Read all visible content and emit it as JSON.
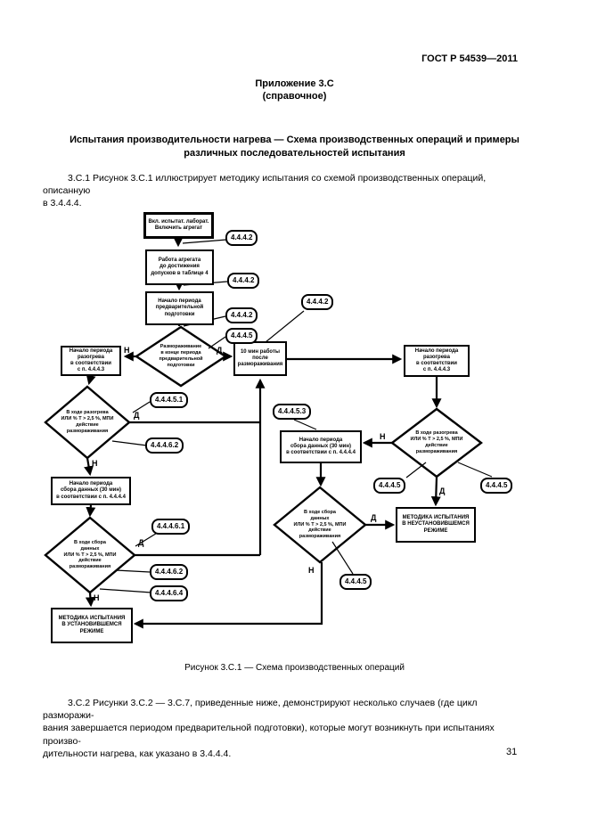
{
  "page": {
    "doc_code": "ГОСТ Р 54539—2011",
    "appendix_label": "Приложение 3.С",
    "appendix_type": "(справочное)",
    "title": "Испытания производительности нагрева — Схема производственных операций и примеры\nразличных последовательностей испытания",
    "para_3c1": "3.С.1  Рисунок 3.С.1 иллюстрирует методику испытания со схемой производственных операций, описанную\nв 3.4.4.4.",
    "figure_caption": "Рисунок 3.С.1  — Схема производственных операций",
    "para_3c2": "3.С.2  Рисунки 3.С.2 — 3.С.7, приведенные ниже, демонстрируют несколько случаев (где цикл разморажи-\nвания завершается периодом предварительной подготовки), которые могут возникнуть при испытаниях произво-\nдительности нагрева, как указано в 3.4.4.4.",
    "page_number": "31"
  },
  "flowchart": {
    "yes_label": "Д",
    "no_label": "Н",
    "nodes": {
      "start": "Вкл. испытат. лаборат.\nВключить агрегат",
      "run_tolerance": "Работа агрегата\nдо достижения\nдопусков в таблице 4",
      "precond": "Начало периода\nпредварительной\nподготовки",
      "heatup_left": "Начало периода\nразогрева\nв соответствии\nс п. 4.4.4.3",
      "after_defrost": "10 мин работы\nпосле\nразмораживания",
      "heatup_right": "Начало периода\nразогрева\nв соответствии\nс п. 4.4.4.3",
      "data_left": "Начало периода\nсбора данных (30 мин)\nв соответствии с п. 4.4.4.4",
      "steady": "МЕТОДИКА ИСПЫТАНИЯ\nВ УСТАНОВИВШЕМСЯ\nРЕЖИМЕ",
      "data_mid": "Начало периода\nсбора данных (30 мин)\nв соответствии с п. 4.4.4.4",
      "unsteady": "МЕТОДИКА ИСПЫТАНИЯ\nВ НЕУСТАНОВИВШЕМСЯ\nРЕЖИМЕ",
      "d_defrost_end": "Размораживание\nв конце периода\nпредварительной\nподготовки",
      "d_heatup_left": "В ходе разогрева\nИЛИ % Т > 2,5 %, МПИ\nдействие\nразмораживания",
      "d_heatup_right": "В ходе разогрева\nИЛИ % Т > 2,5 %, МПИ\nдействие\nразмораживания",
      "d_data_left": "В ходе сбора\nданных\nИЛИ % Т > 2,5 %, МПИ\nдействие\nразмораживания",
      "d_data_mid": "В ходе сбора\nданных\nИЛИ % Т > 2,5 %, МПИ\nдействие\nразмораживания"
    },
    "callouts": [
      {
        "label": "4.4.4.2"
      },
      {
        "label": "4.4.4.2"
      },
      {
        "label": "4.4.4.2"
      },
      {
        "label": "4.4.4.5"
      },
      {
        "label": "4.4.4.2"
      },
      {
        "label": "4.4.4.5.1"
      },
      {
        "label": "4.4.4.6.2"
      },
      {
        "label": "4.4.4.5.3"
      },
      {
        "label": "4.4.4.5"
      },
      {
        "label": "4.4.4.5"
      },
      {
        "label": "4.4.4.6.1"
      },
      {
        "label": "4.4.4.6.2"
      },
      {
        "label": "4.4.4.6.4"
      },
      {
        "label": "4.4.4.5"
      }
    ]
  }
}
